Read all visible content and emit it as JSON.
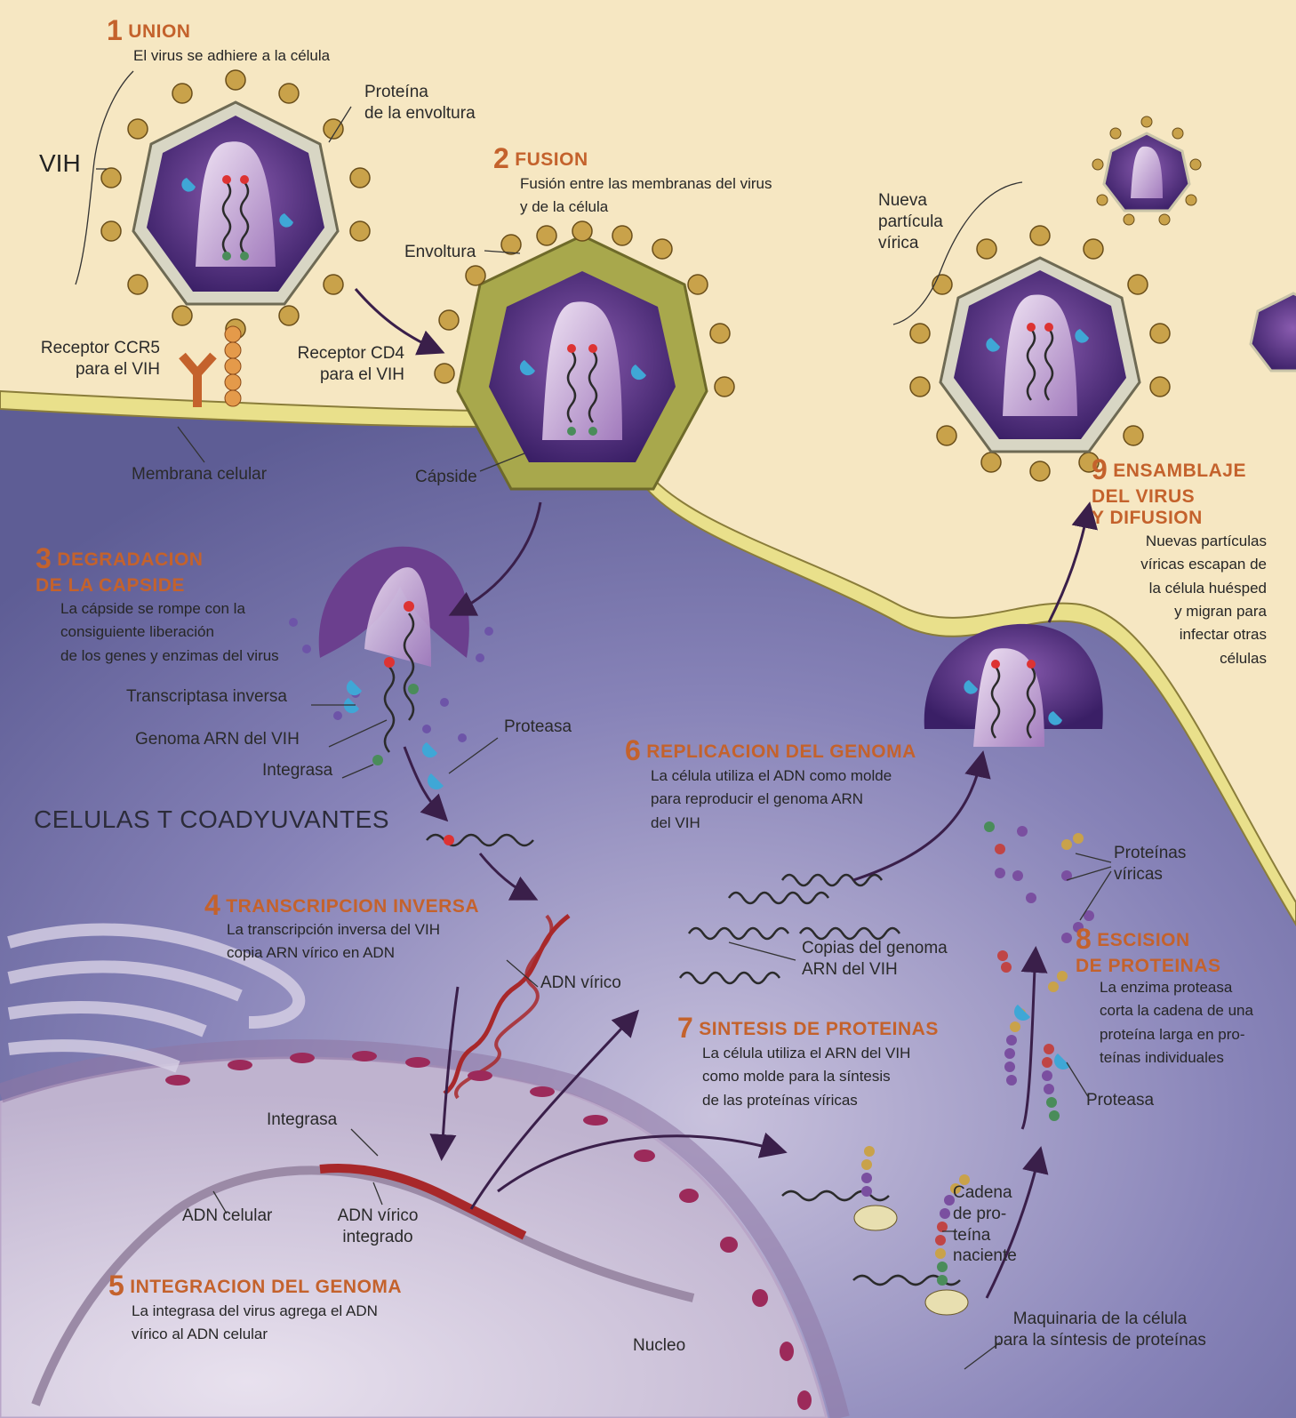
{
  "steps": {
    "s1": {
      "num": "1",
      "title": "UNION",
      "desc": "El virus se adhiere a la célula"
    },
    "s2": {
      "num": "2",
      "title": "FUSION",
      "desc": "Fusión entre las membranas del virus\ny de la célula"
    },
    "s3": {
      "num": "3",
      "title": "DEGRADACION\nDE LA CAPSIDE",
      "desc": "La cápside se rompe con la\nconsiguiente liberación\nde los genes y enzimas del virus"
    },
    "s4": {
      "num": "4",
      "title": "TRANSCRIPCION INVERSA",
      "desc": "La transcripción inversa del VIH\ncopia ARN vírico en ADN"
    },
    "s5": {
      "num": "5",
      "title": "INTEGRACION DEL GENOMA",
      "desc": "La integrasa del virus agrega el ADN\nvírico al ADN celular"
    },
    "s6": {
      "num": "6",
      "title": "REPLICACION DEL GENOMA",
      "desc": "La célula utiliza el ADN como molde\npara reproducir el genoma ARN\ndel VIH"
    },
    "s7": {
      "num": "7",
      "title": "SINTESIS DE PROTEINAS",
      "desc": "La célula utiliza el ARN del VIH\ncomo molde para la síntesis\nde las proteínas víricas"
    },
    "s8": {
      "num": "8",
      "title": "ESCISION\nDE PROTEINAS",
      "desc": "La enzima proteasa\ncorta la cadena de una\nproteína larga en pro-\nteínas individuales"
    },
    "s9": {
      "num": "9",
      "title": "ENSAMBLAJE\nDEL VIRUS\nY DIFUSION",
      "desc": "Nuevas partículas\nvíricas escapan de\nla célula huésped\ny migran para\ninfectar otras\ncélulas"
    }
  },
  "labels": {
    "vih": "VIH",
    "proteina_envoltura": "Proteína\nde la envoltura",
    "receptor_ccr5": "Receptor CCR5\npara el VIH",
    "receptor_cd4": "Receptor CD4\npara el VIH",
    "envoltura": "Envoltura",
    "membrana": "Membrana celular",
    "capside": "Cápside",
    "nueva_particula": "Nueva\npartícula\nvírica",
    "transcriptasa": "Transcriptasa inversa",
    "genoma_arn": "Genoma ARN del VIH",
    "integrasa1": "Integrasa",
    "proteasa1": "Proteasa",
    "celulas_t": "CELULAS T COADYUVANTES",
    "adn_virico": "ADN vírico",
    "copias": "Copias del genoma\nARN del VIH",
    "proteinas_viricas": "Proteínas\nvíricas",
    "proteasa2": "Proteasa",
    "integrasa2": "Integrasa",
    "adn_celular": "ADN celular",
    "adn_integrado": "ADN vírico\nintegrado",
    "cadena": "Cadena\nde pro-\nteína\nnaciente",
    "nucleo": "Nucleo",
    "maquinaria": "Maquinaria de la célula\npara la síntesis de proteínas"
  },
  "colors": {
    "background": "#f6e7c2",
    "cytoplasm": "#6f6fa8",
    "membrane": "#eadf8a",
    "virus_core": "#4b2a7a",
    "step_title": "#c4622c",
    "rna": "#2b2b2b",
    "dna_viral": "#a8282a"
  }
}
